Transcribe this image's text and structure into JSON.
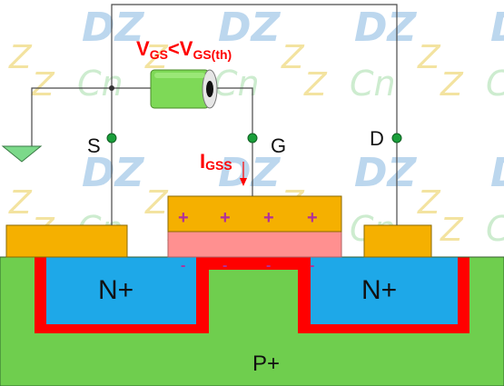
{
  "labels": {
    "condition_main": "V",
    "condition_sub1": "GS",
    "condition_lt": "<V",
    "condition_sub2": "GS(th)",
    "source": "S",
    "gate": "G",
    "drain": "D",
    "current_main": "I",
    "current_sub": "GSS",
    "region_left": "N+",
    "region_right": "N+",
    "substrate": "P+",
    "charge_positive": "+",
    "charge_negative": "-"
  },
  "watermark": {
    "big": "DZ",
    "small": "Z",
    "word": "Cn"
  },
  "colors": {
    "wire": "#4a4a4a",
    "terminal_dot": "#1a9e3a",
    "ground": "#7cd98a",
    "battery": "#7ed957",
    "metal": "#f5b000",
    "oxide": "#ff9090",
    "substrate": "#6fce4e",
    "n_region": "#1ea8e8",
    "channel": "#ff0000",
    "red_text": "#ff0000",
    "charge_text": "#b0309a",
    "watermark_blue": "#bcd7ee",
    "watermark_yellow": "#f3e3a0",
    "watermark_green": "#cdeccf"
  }
}
